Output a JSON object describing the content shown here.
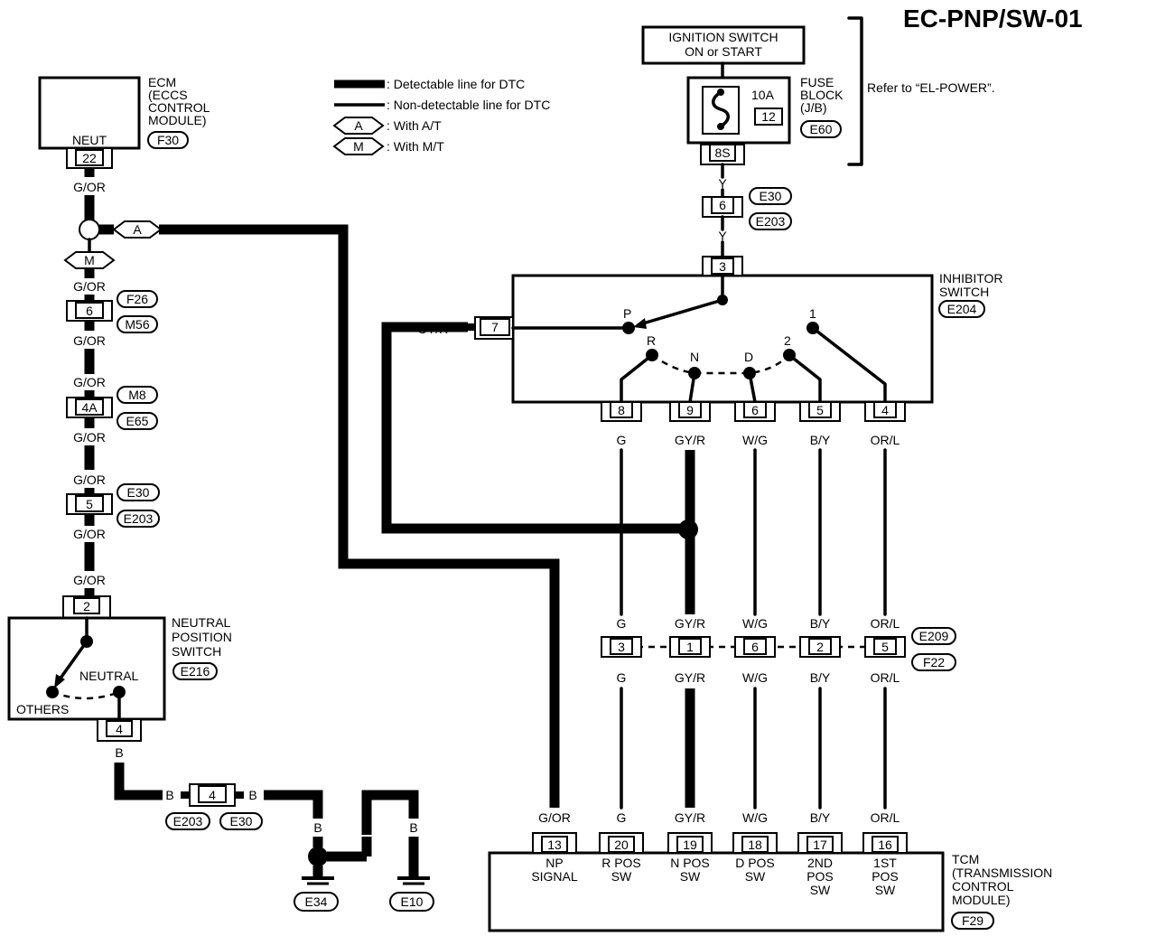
{
  "page_code": "EC-PNP/SW-01",
  "legend": {
    "detectable": ": Detectable line for DTC",
    "non_detectable": ": Non-detectable line for DTC",
    "at_symbol": "A",
    "at_text": ": With A/T",
    "mt_symbol": "M",
    "mt_text": ": With M/T"
  },
  "ignition": {
    "line1": "IGNITION SWITCH",
    "line2": "ON or START"
  },
  "fuse": {
    "amp": "10A",
    "num": "12",
    "terminal": "8S",
    "name1": "FUSE",
    "name2": "BLOCK",
    "name3": "(J/B)",
    "conn": "E60",
    "refer": "Refer to “EL-POWER”."
  },
  "ecm": {
    "line1": "ECM",
    "line2": "(ECCS",
    "line3": "CONTROL",
    "line4": "MODULE)",
    "pin_label": "NEUT",
    "pin": "22",
    "conn": "F30"
  },
  "left_chain": {
    "wire": "G/OR",
    "j1": {
      "pin": "6",
      "c1": "F26",
      "c2": "M56"
    },
    "j2": {
      "pin": "4A",
      "c1": "M8",
      "c2": "E65"
    },
    "j3": {
      "pin": "5",
      "c1": "E30",
      "c2": "E203"
    }
  },
  "nps": {
    "line1": "NEUTRAL",
    "line2": "POSITION",
    "line3": "SWITCH",
    "conn": "E216",
    "top_pin": "2",
    "bottom_pin": "4",
    "neutral": "NEUTRAL",
    "others": "OTHERS"
  },
  "ground": {
    "wire": "B",
    "pin": "4",
    "c1": "E203",
    "c2": "E30",
    "g1": "E34",
    "g2": "E10"
  },
  "y_wire": {
    "wire": "Y",
    "pin": "6",
    "c1": "E30",
    "c2": "E203"
  },
  "inhibitor": {
    "line1": "INHIBITOR",
    "line2": "SWITCH",
    "conn": "E204",
    "top_pin": "3",
    "left_pin": "7",
    "left_wire": "GY/R",
    "positions": [
      "P",
      "R",
      "N",
      "D",
      "2",
      "1"
    ],
    "pins": [
      "8",
      "9",
      "6",
      "5",
      "4"
    ]
  },
  "wires": [
    "G",
    "GY/R",
    "W/G",
    "B/Y",
    "OR/L"
  ],
  "mid_connector": {
    "pins": [
      "3",
      "1",
      "6",
      "2",
      "5"
    ],
    "c1": "E209",
    "c2": "F22"
  },
  "tcm": {
    "line1": "TCM",
    "line2": "(TRANSMISSION",
    "line3": "CONTROL",
    "line4": "MODULE)",
    "conn": "F29",
    "wires": [
      "G/OR",
      "G",
      "GY/R",
      "W/G",
      "B/Y",
      "OR/L"
    ],
    "pins": [
      "13",
      "20",
      "19",
      "18",
      "17",
      "16"
    ],
    "func1": [
      "NP",
      "R POS",
      "N POS",
      "D POS",
      "2ND",
      "1ST"
    ],
    "func2": [
      "SIGNAL",
      "SW",
      "SW",
      "SW",
      "POS",
      "POS"
    ],
    "func3": [
      "",
      "",
      "",
      "",
      "SW",
      "SW"
    ]
  }
}
